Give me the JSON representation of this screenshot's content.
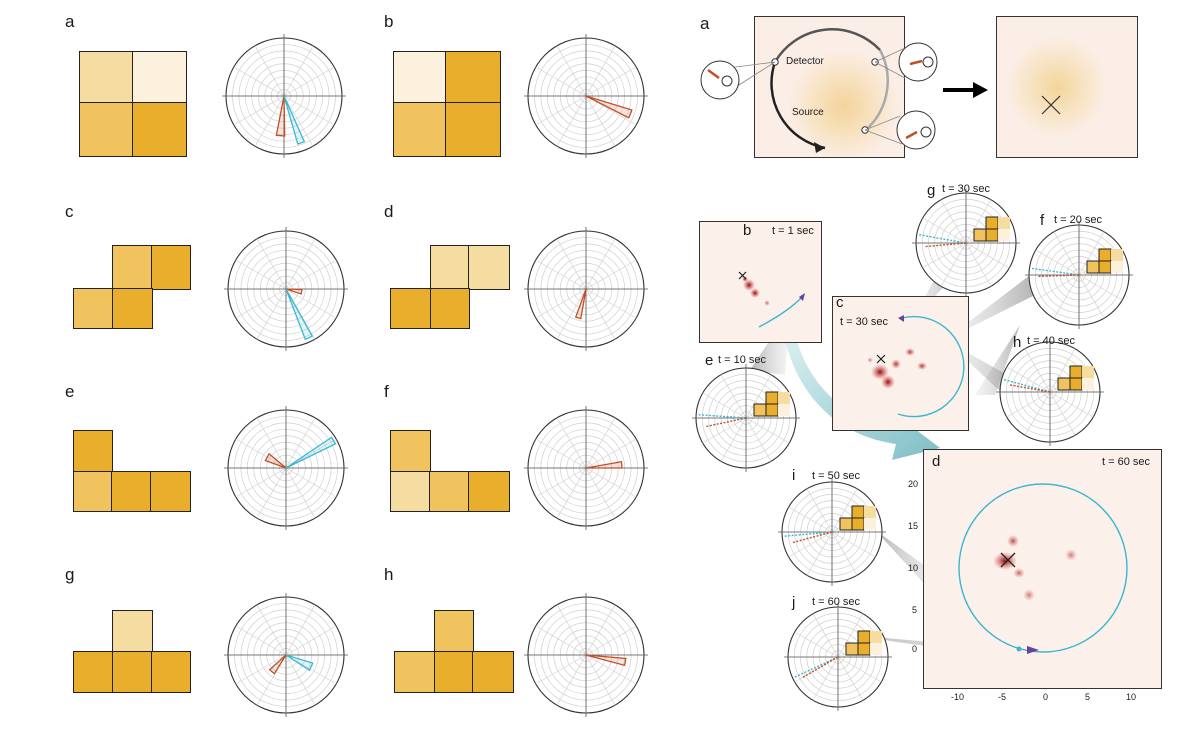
{
  "left_panels": [
    {
      "letter": "a"
    },
    {
      "letter": "b"
    },
    {
      "letter": "c"
    },
    {
      "letter": "d"
    },
    {
      "letter": "e"
    },
    {
      "letter": "f"
    },
    {
      "letter": "g"
    },
    {
      "letter": "h"
    }
  ],
  "right": {
    "letters": {
      "a": "a",
      "b": "b",
      "c": "c",
      "d": "d",
      "e": "e",
      "f": "f",
      "g": "g",
      "h": "h",
      "i": "i",
      "j": "j"
    },
    "schematic": {
      "detector_label": "Detector",
      "source_label": "Source"
    },
    "times": {
      "b": "t = 1 sec",
      "c": "t = 30 sec",
      "d": "t = 60 sec",
      "e": "t = 10 sec",
      "f": "t = 20 sec",
      "g": "t = 30 sec",
      "h": "t = 40 sec",
      "i": "t = 50 sec",
      "j": "t = 60 sec"
    },
    "d_axis": {
      "x_ticks": [
        "-10",
        "-5",
        "0",
        "5",
        "10"
      ],
      "y_ticks": [
        "20",
        "15",
        "10",
        "5",
        "0"
      ]
    }
  },
  "colors": {
    "tile_very_light": "#fbf1dc",
    "tile_light": "#f5dca0",
    "tile_mid": "#f0c35e",
    "tile_dark": "#e8ae2c",
    "arrow_red": "#c0502a",
    "arrow_blue": "#3bb7cf",
    "trajectory": "#3bb7cf",
    "heat_dark": "#b71c1c",
    "panel_bg": "#fcf0ea",
    "big_arrow": "#7fc3c9"
  }
}
